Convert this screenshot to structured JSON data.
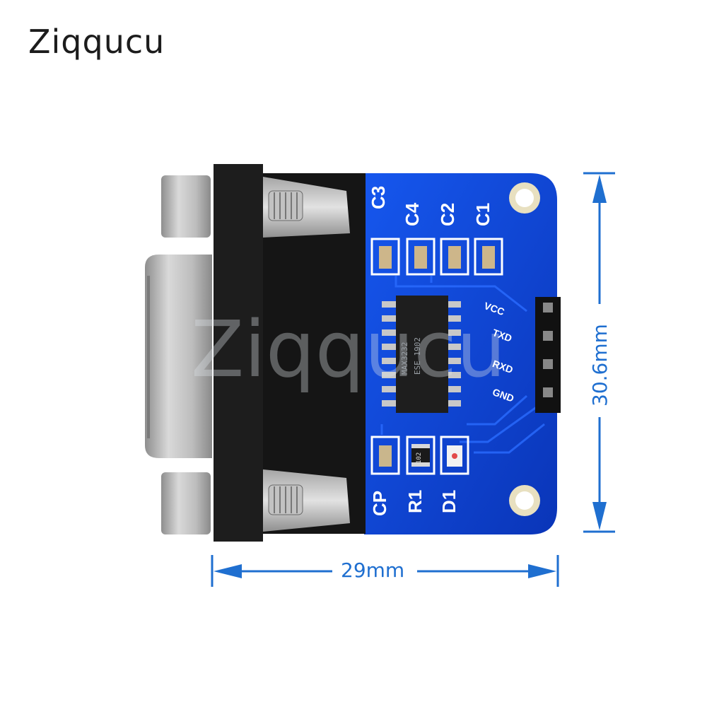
{
  "brand": {
    "logo_text": "Ziqqucu",
    "watermark_text": "Ziqqucu"
  },
  "board": {
    "top_labels": [
      "C3",
      "C4",
      "C2",
      "C1"
    ],
    "bottom_labels": [
      "CP",
      "R1",
      "D1"
    ],
    "pin_labels": [
      "VCC",
      "TXD",
      "RXD",
      "GND"
    ],
    "chip_marking": [
      "MAX3232",
      "ESE 1902"
    ],
    "resistor_marking": "102",
    "pcb_color": "#1146d8"
  },
  "dimensions": {
    "width": "29mm",
    "height": "30.6mm"
  },
  "colors": {
    "dimension_line": "#1f6fd0",
    "silkscreen": "#ffffff"
  }
}
